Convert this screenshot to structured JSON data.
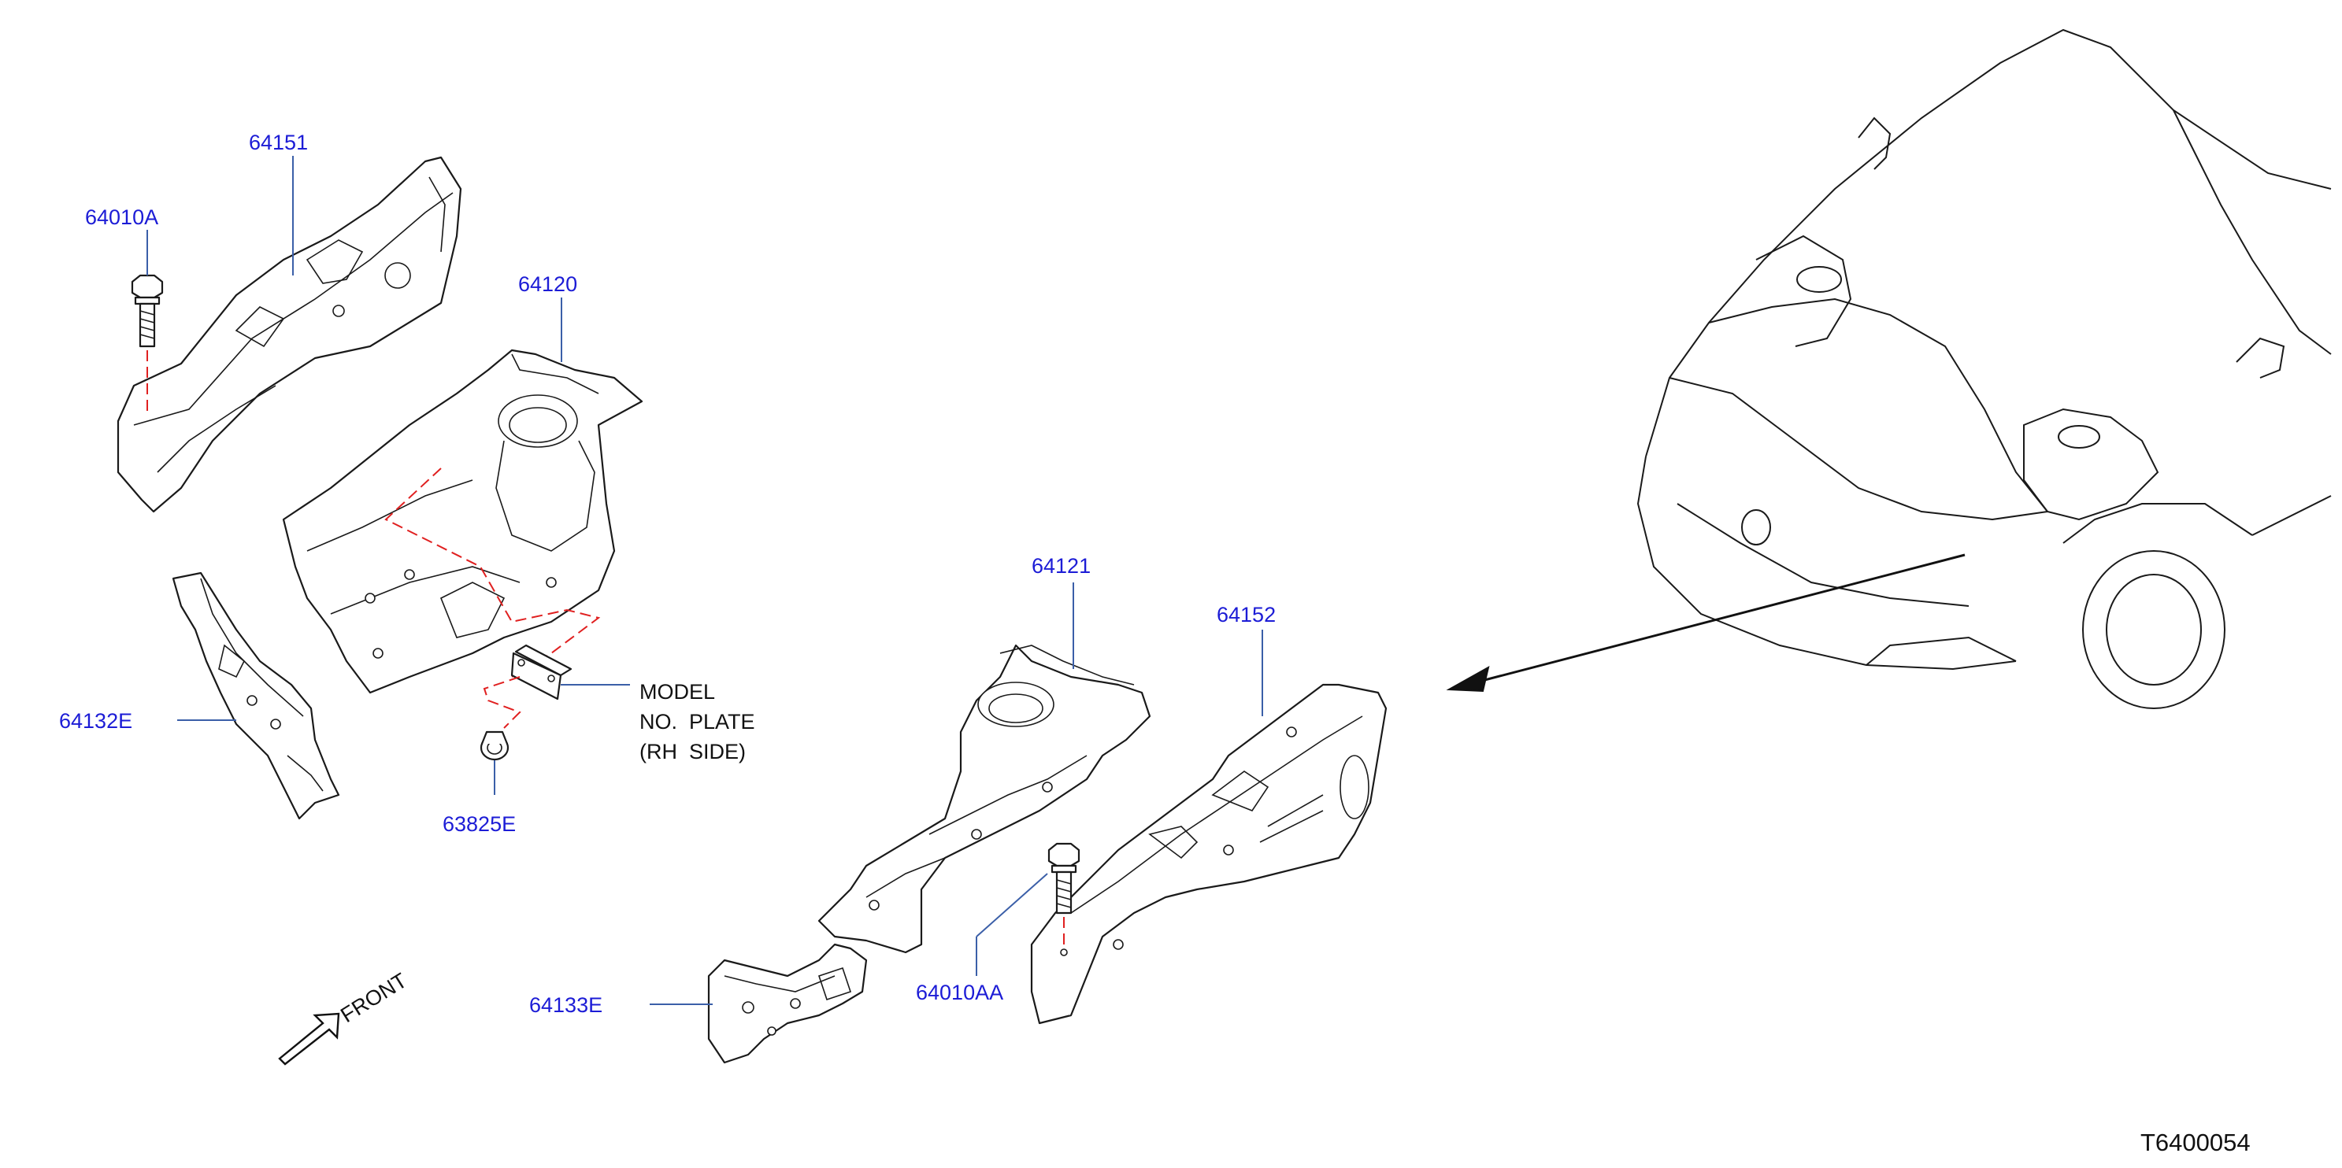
{
  "labels": {
    "p64151": "64151",
    "p64010A": "64010A",
    "p64120": "64120",
    "p64132E": "64132E",
    "p63825E": "63825E",
    "p64121": "64121",
    "p64152": "64152",
    "p64010AA": "64010AA",
    "p64133E": "64133E"
  },
  "note": {
    "line1": "MODEL",
    "line2": "NO.  PLATE",
    "line3": "(RH  SIDE)"
  },
  "front": "FRONT",
  "diagram_id": "T6400054",
  "colors": {
    "part_label": "#1c1cd6",
    "leader": "#3b5fa8",
    "dash": "#e02020",
    "line": "#1a1a1a"
  }
}
